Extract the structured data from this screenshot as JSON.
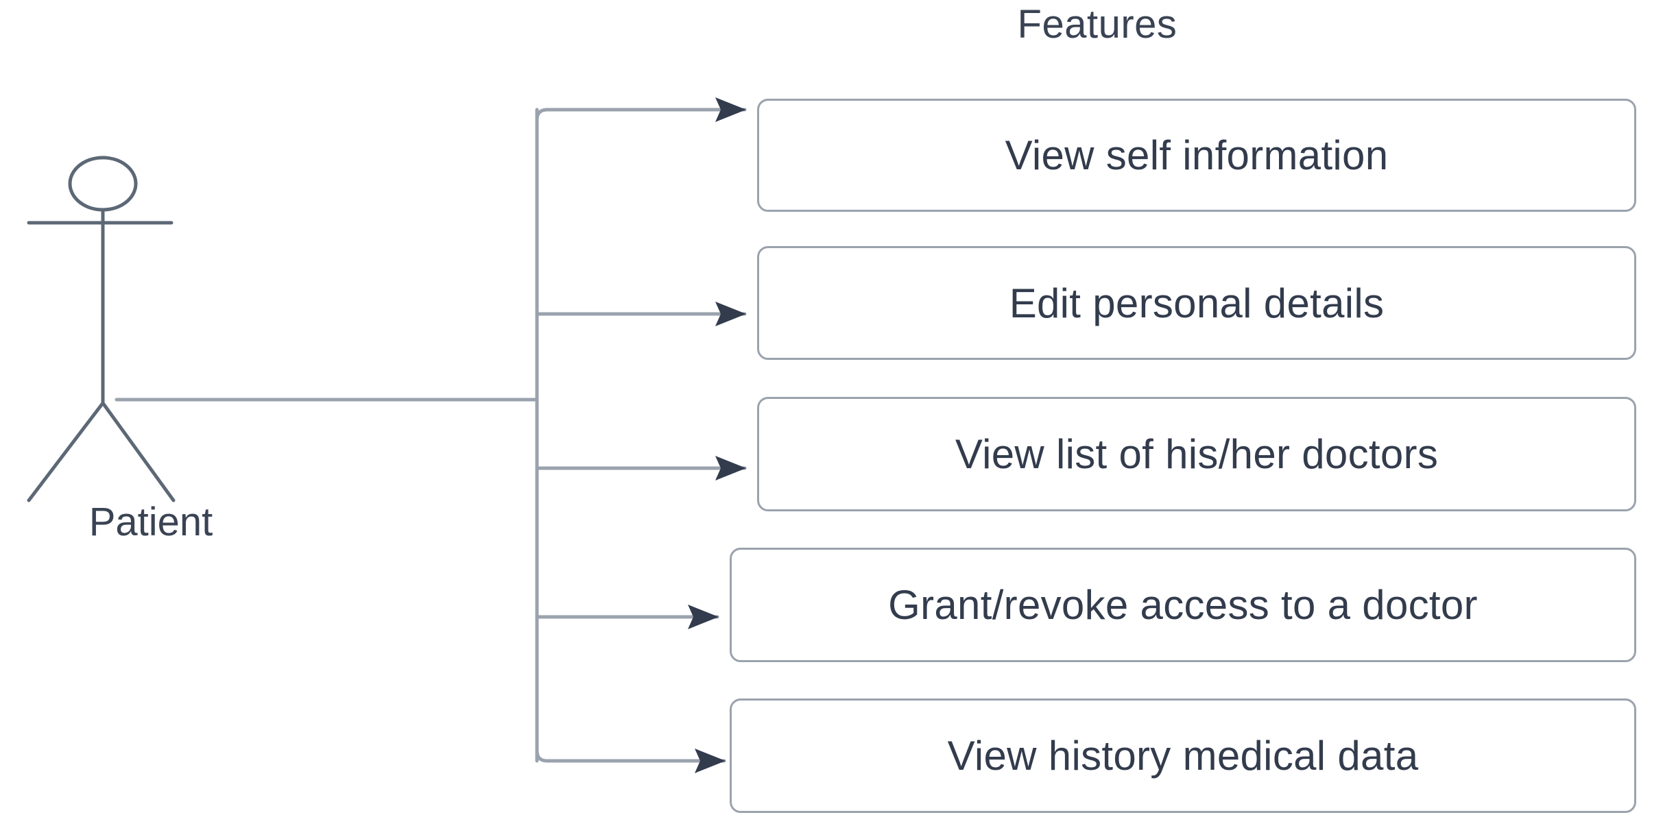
{
  "diagram": {
    "title": "Features",
    "type": "uml-use-case-diagram",
    "actor": {
      "name": "Patient",
      "icon": "stick-figure-actor-icon"
    },
    "use_cases": [
      {
        "id": "uc1",
        "label": "View self information"
      },
      {
        "id": "uc2",
        "label": "Edit personal details"
      },
      {
        "id": "uc3",
        "label": "View list of his/her doctors"
      },
      {
        "id": "uc4",
        "label": "Grant/revoke access to a doctor"
      },
      {
        "id": "uc5",
        "label": "View history medical data"
      }
    ],
    "colors": {
      "box_border": "#9aa2ad",
      "box_fill": "#ffffff",
      "text": "#333c4d",
      "connector": "#9aa2ad",
      "arrowhead": "#333c4d",
      "background": "#ffffff"
    },
    "connectors": {
      "style": "orthogonal-branching-tree",
      "arrow": "filled-triangle",
      "count": 5
    }
  }
}
